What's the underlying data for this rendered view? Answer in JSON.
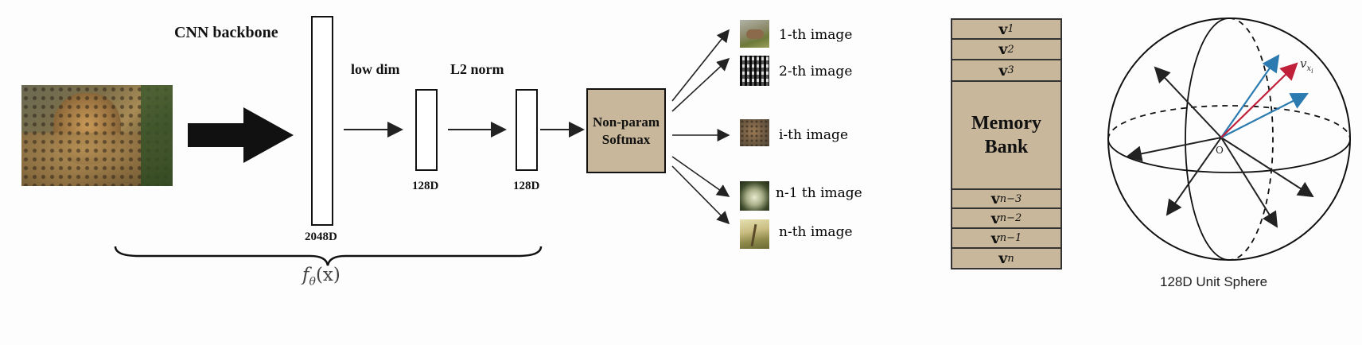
{
  "labels": {
    "backbone": "CNN backbone",
    "low_dim": "low dim",
    "l2_norm": "L2 norm",
    "dim_2048": "2048D",
    "dim_128_a": "128D",
    "dim_128_b": "128D",
    "softmax_line1": "Non-param",
    "softmax_line2": "Softmax",
    "f_theta_base": "f",
    "f_theta_sub": "θ",
    "f_theta_arg": "(x)",
    "sphere_caption": "128D Unit Sphere",
    "sphere_origin": "O",
    "sphere_vector_base": "v",
    "sphere_vector_sub": "x",
    "sphere_vector_subsub": "i"
  },
  "images": [
    {
      "label": "1-th image"
    },
    {
      "label": "2-th image"
    },
    {
      "label": "i-th image"
    },
    {
      "label": "n-1 th image"
    },
    {
      "label": "n-th image"
    }
  ],
  "memory_bank": {
    "title_line1": "Memory",
    "title_line2": "Bank",
    "top_rows": [
      {
        "base": "v",
        "sub": "1"
      },
      {
        "base": "v",
        "sub": "2"
      },
      {
        "base": "v",
        "sub": "3"
      }
    ],
    "bottom_rows": [
      {
        "base": "v",
        "sub": "n−3"
      },
      {
        "base": "v",
        "sub": "n−2"
      },
      {
        "base": "v",
        "sub": "n−1"
      },
      {
        "base": "v",
        "sub": "n"
      }
    ]
  },
  "colors": {
    "memory_bank_fill": "#c8b79a",
    "softmax_fill": "#c8b79a",
    "vector_blue": "#2b7bb0",
    "vector_red": "#c0203a",
    "arrow": "#222222"
  }
}
